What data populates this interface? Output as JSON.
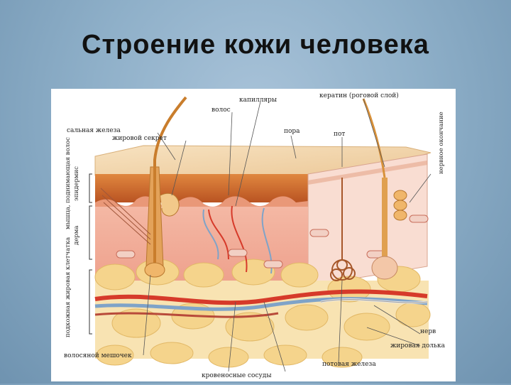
{
  "slide": {
    "title": "Строение кожи человека"
  },
  "diagram": {
    "labels": {
      "hair": "волос",
      "capillaries": "капилляры",
      "keratin": "кератин (роговой слой)",
      "sebaceous_gland": "сальная железа",
      "sebum": "жировой секрет",
      "pore": "пора",
      "sweat": "пот",
      "nerve_ending": "нервное окончание",
      "hair_muscle": "мышца, поднимающая волос",
      "epidermis": "эпидермис",
      "dermis": "дерма",
      "subcutaneous_fat": "подкожная жировая клетчатка",
      "nerve": "нерв",
      "fat_lobule": "жировая долька",
      "hair_follicle": "волосяной мешочек",
      "blood_vessels": "кровеносные сосуды",
      "sweat_gland": "потовая железа"
    },
    "colors": {
      "keratin_surface": "#f3d7b0",
      "epidermis": "#c8642b",
      "dermis": "#f1b3a0",
      "fat_tissue": "#f6dc9a",
      "artery": "#d63a2a",
      "vein": "#7fa3c8",
      "hair": "#d8913a"
    }
  }
}
